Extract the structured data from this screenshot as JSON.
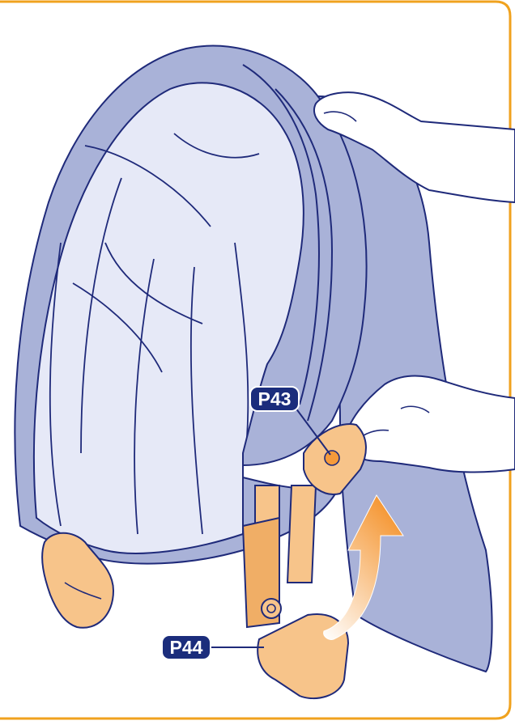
{
  "diagram": {
    "callouts": [
      {
        "id": "p43",
        "label": "P43"
      },
      {
        "id": "p44",
        "label": "P44"
      }
    ],
    "colors": {
      "frame_border": "#f0a21e",
      "outline": "#1f2a7a",
      "canopy_outer": "#a9b2d8",
      "canopy_inner": "#e6e9f7",
      "plastic_part": "#f7c48a",
      "plastic_dark": "#f0ae66",
      "skin": "#ffffff",
      "callout_fill": "#1b2d7c",
      "arrow_gradient_start": "#ffffff",
      "arrow_gradient_end": "#f59a3a"
    },
    "icons": [
      "hand-icon",
      "rotate-arrow-icon"
    ]
  }
}
